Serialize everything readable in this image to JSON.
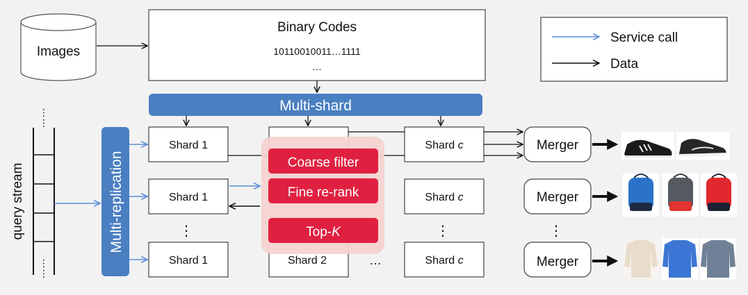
{
  "images_store": {
    "label": "Images"
  },
  "binary_codes": {
    "title": "Binary Codes",
    "code": "10110010011…1111",
    "ellipsis": "…"
  },
  "legend": {
    "service_call": "Service call",
    "data": "Data"
  },
  "multi_shard": {
    "label": "Multi-shard"
  },
  "multi_replication": {
    "label": "Multi-replication"
  },
  "query_stream": {
    "label": "query stream",
    "ellipsis": "……"
  },
  "shards": {
    "col1": {
      "row1": "Shard 1",
      "row2": "Shard 1",
      "row3": "Shard 1"
    },
    "col2": {
      "row3": "Shard 2"
    },
    "colc": {
      "prefix": "Shard ",
      "italic": "c"
    }
  },
  "dots": {
    "vertical": "⋮",
    "horizontal": "…"
  },
  "pipeline": {
    "coarse_filter": "Coarse filter",
    "fine_rerank": "Fine re-rank",
    "topk_prefix": "Top-",
    "topk_italic": "K"
  },
  "merger": {
    "label": "Merger"
  },
  "results": {
    "row1": [
      "black-sneaker",
      "black-running-shoe"
    ],
    "row2": [
      "blue-backpack",
      "grey-red-backpack",
      "red-backpack"
    ],
    "row3": [
      "beige-sweater",
      "blue-sweater",
      "grey-sweater"
    ]
  },
  "colors": {
    "background": "#f2f2f2",
    "service_call": "#5b8ed6",
    "data_arrow": "#111111",
    "banner_blue": "#4a7fc1",
    "pipeline_red": "#e02040",
    "pipeline_panel": "#f6d2cf"
  }
}
